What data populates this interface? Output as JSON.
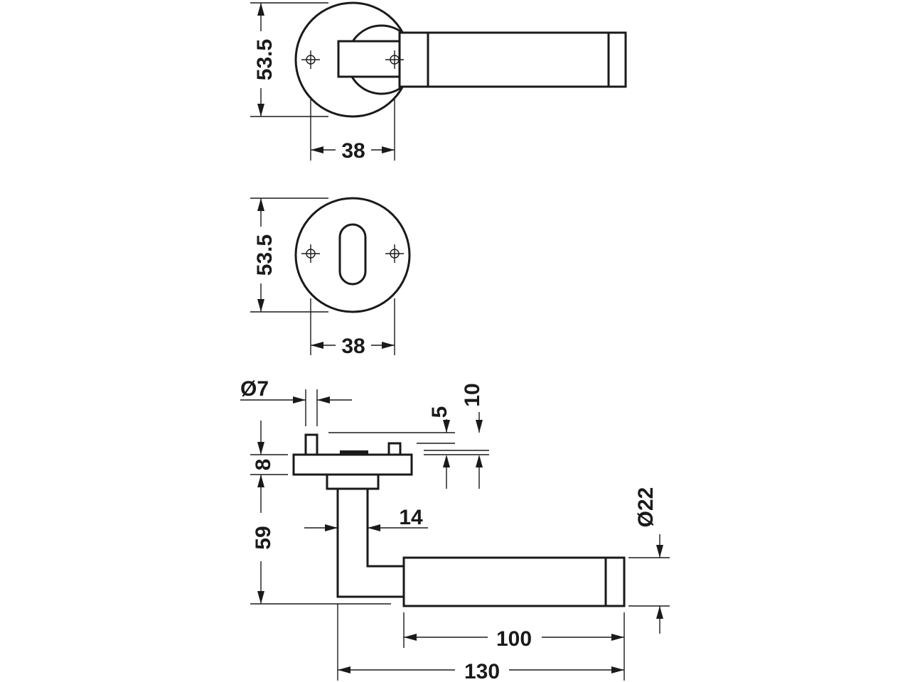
{
  "diagram": {
    "top_view": {
      "rose_height": "53.5",
      "rose_width": "38"
    },
    "key_rose_view": {
      "rose_height": "53.5",
      "rose_width": "38"
    },
    "side_view": {
      "pin_diameter": "Ø7",
      "offset_5": "5",
      "offset_10": "10",
      "rose_thickness": "8",
      "neck_height": "59",
      "neck_width": "14",
      "grip_diameter": "Ø22",
      "grip_length": "100",
      "total_length": "130"
    }
  }
}
